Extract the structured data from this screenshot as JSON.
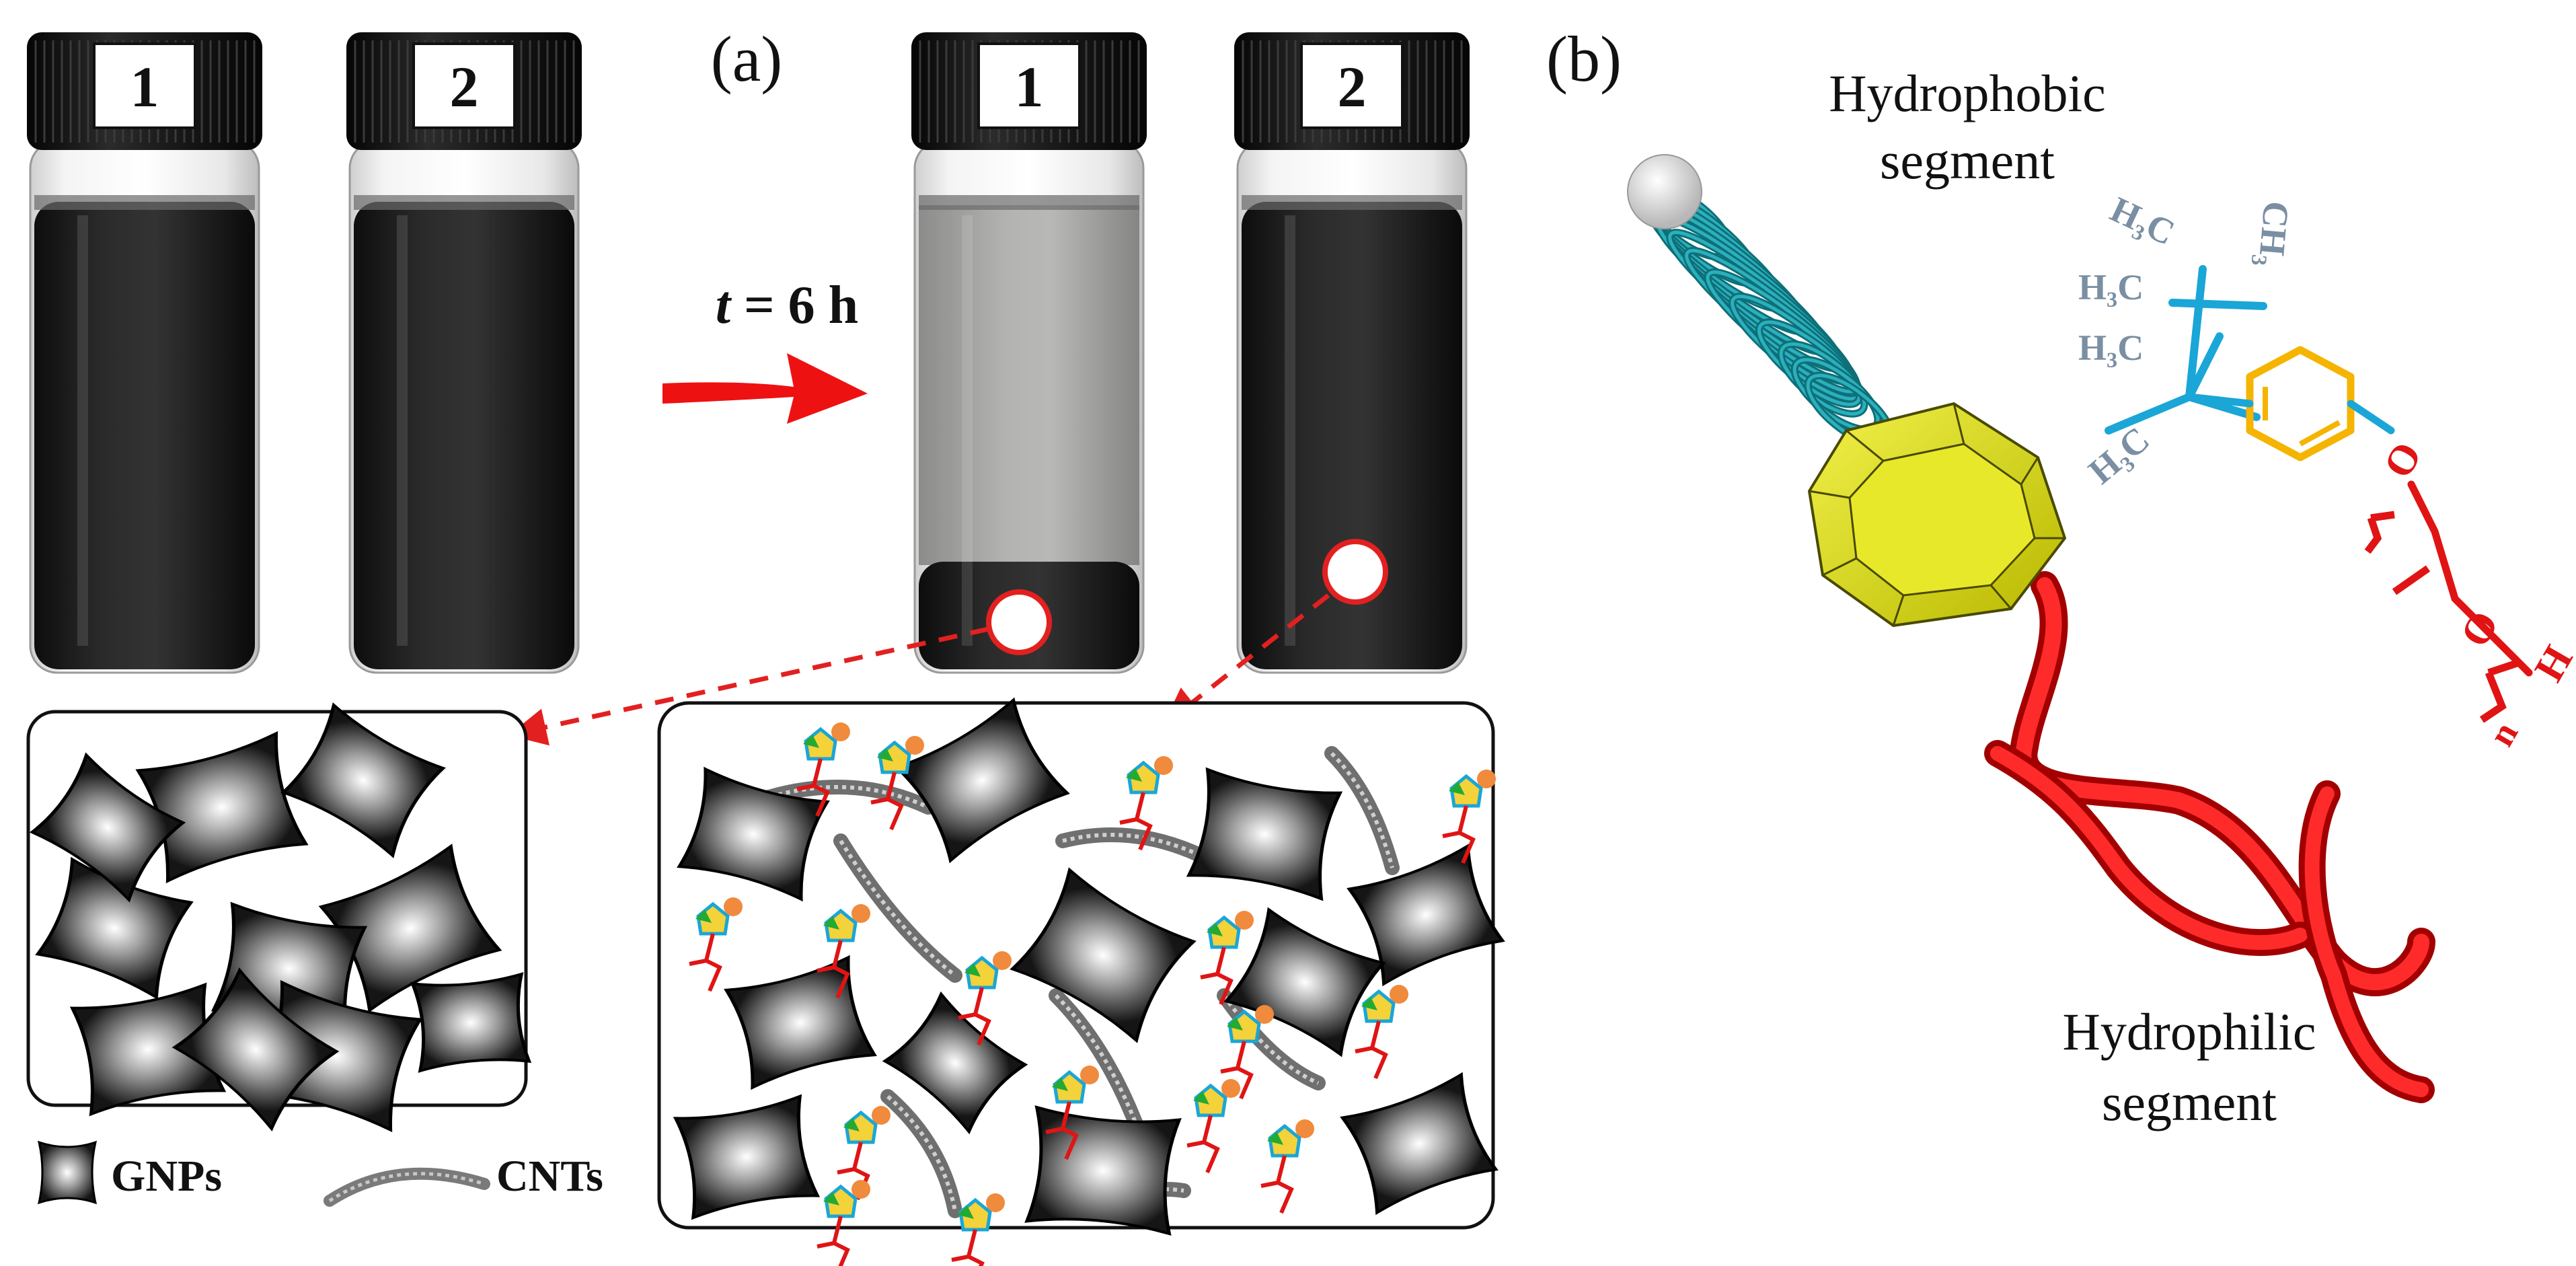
{
  "panel_a": {
    "label": "(a)",
    "vials_before": [
      {
        "label": "1"
      },
      {
        "label": "2"
      }
    ],
    "vials_after": [
      {
        "label": "1"
      },
      {
        "label": "2"
      }
    ],
    "time_var": "t",
    "time_rest": " = 6 h",
    "legend": {
      "gnps": "GNPs",
      "cnts": "CNTs"
    }
  },
  "panel_b": {
    "label": "(b)",
    "hydrophobic_label": [
      "Hydrophobic",
      "segment"
    ],
    "hydrophilic_label": [
      "Hydrophilic",
      "segment"
    ],
    "formula": {
      "methyl_groups": [
        "H₃C",
        "H₃C",
        "H₃C",
        "H₃C",
        "CH₃"
      ],
      "ether_oxygen": "O",
      "chain_oxygen": "O",
      "repeat_subscript": "n",
      "terminal_hydrogen": "H"
    }
  },
  "colors": {
    "arrow": "#ee1111",
    "dashed": "#e32020",
    "cap": "#141414",
    "liquid": "#1d1d1d",
    "settled_top": "#a9a9a7",
    "coil": "#1a8f9a",
    "hexagon": "#d8d81e",
    "tail": "#e01414",
    "tert_butyl": "#1aa6d6",
    "phenyl": "#f5b400",
    "peg": "#e01414",
    "methyl_text": "#7a8fa3"
  }
}
